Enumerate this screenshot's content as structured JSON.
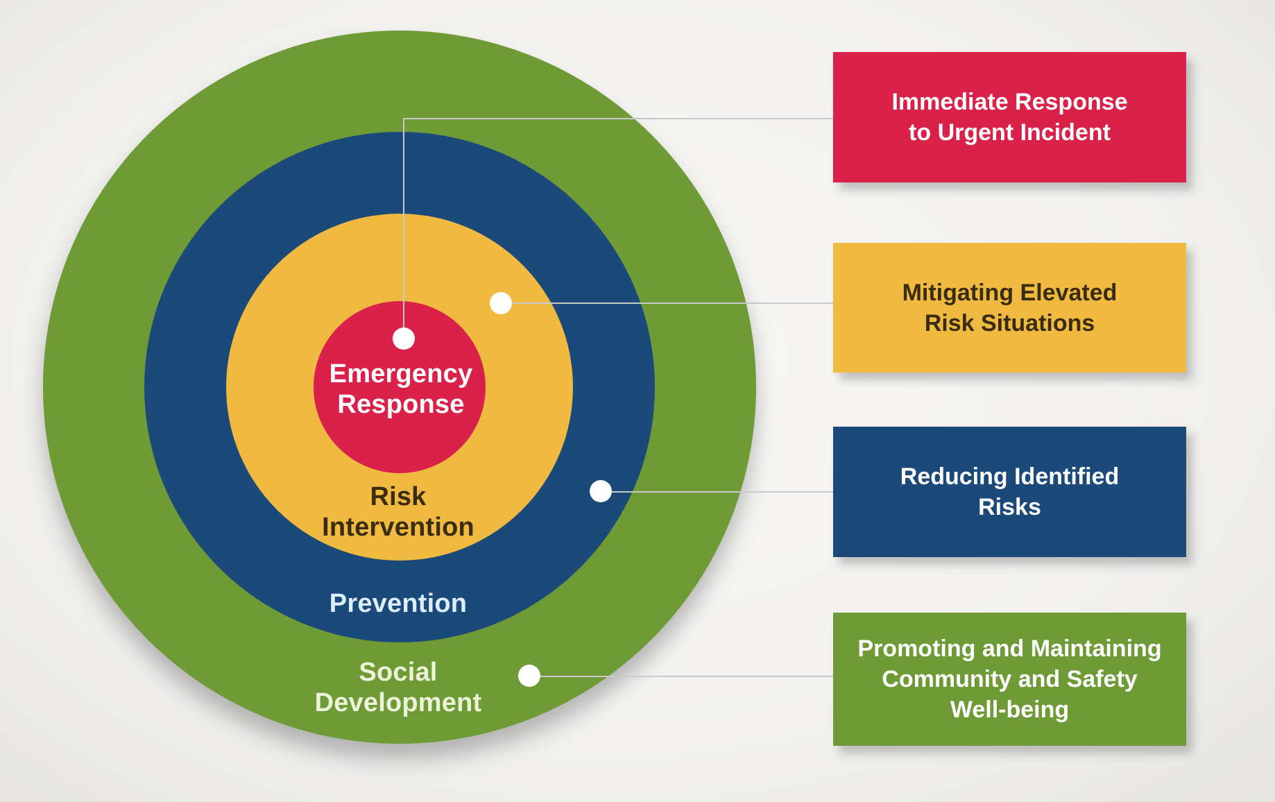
{
  "diagram": {
    "title_semantic": "Concentric circles of safety and well-being model",
    "rings": [
      {
        "name": "social-development",
        "label": "Social\nDevelopment",
        "color": "#6f9b36",
        "text_color": "#edf3d9"
      },
      {
        "name": "prevention",
        "label": "Prevention",
        "color": "#1b4979",
        "text_color": "#dceefb"
      },
      {
        "name": "risk-intervention",
        "label": "Risk\nIntervention",
        "color": "#f0b93f",
        "text_color": "#3a2c10"
      },
      {
        "name": "emergency-response",
        "label": "Emergency\nResponse",
        "color": "#da2149",
        "text_color": "#ffffff"
      }
    ]
  },
  "legend": {
    "boxes": [
      {
        "name": "immediate-response",
        "label": "Immediate Response\nto Urgent Incident",
        "color": "#da2149",
        "text_color": "#ffffff",
        "links_to_ring": "emergency-response"
      },
      {
        "name": "mitigating-elevated-risk",
        "label": "Mitigating Elevated\nRisk Situations",
        "color": "#f0b93f",
        "text_color": "#3a2c10",
        "links_to_ring": "risk-intervention"
      },
      {
        "name": "reducing-identified-risks",
        "label": "Reducing Identified\nRisks",
        "color": "#1b4979",
        "text_color": "#ffffff",
        "links_to_ring": "prevention"
      },
      {
        "name": "promoting-wellbeing",
        "label": "Promoting and Maintaining\nCommunity and Safety\nWell-being",
        "color": "#6f9b36",
        "text_color": "#ffffff",
        "links_to_ring": "social-development"
      }
    ]
  },
  "connector_color": "#c9c9c9",
  "background_color": "#f3f2f0"
}
